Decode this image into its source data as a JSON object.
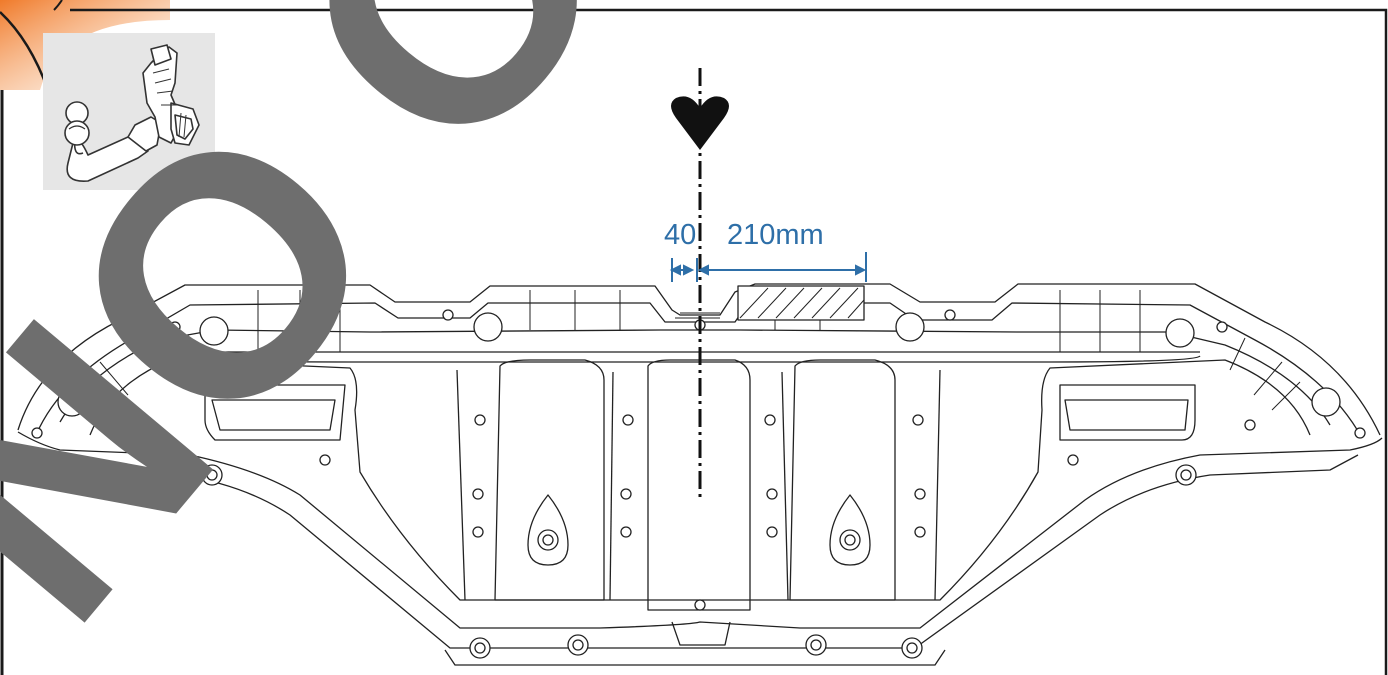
{
  "dimensions": {
    "offset_label": "40",
    "width_label": "210mm"
  },
  "watermark": {
    "text": "NO ORIGINAL"
  },
  "colors": {
    "dimension": "#2e6fa8",
    "watermark": "#6e6e6e",
    "accent": "#f08a3c",
    "outline": "#1a1a1a"
  },
  "icons": {
    "tow_hitch": "tow-hitch-icon",
    "center_marker": "heart-icon"
  }
}
